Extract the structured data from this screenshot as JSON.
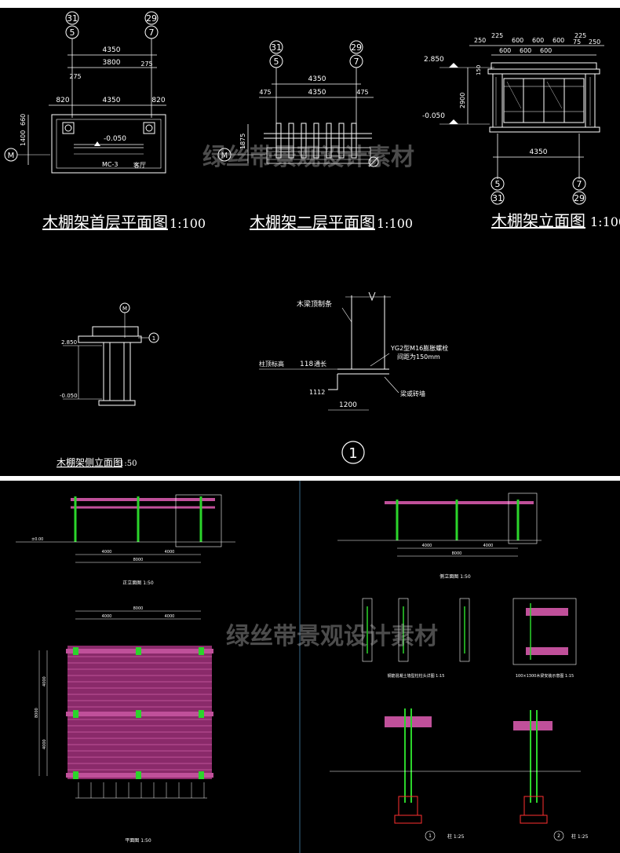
{
  "sheet_top": {
    "plan1": {
      "title": "木棚架首层平面图",
      "scale": "1:100",
      "axis_left_a": "31",
      "axis_left_b": "5",
      "axis_right_a": "29",
      "axis_right_b": "7",
      "dim_total": "4350",
      "dim_inner": "3800",
      "dim_l": "275",
      "dim_r": "275",
      "dim_side_l": "820",
      "dim_mid": "4350",
      "dim_side_r": "820",
      "dim_v1": "1400",
      "dim_v2": "660",
      "level": "-0.050",
      "door": "MC-3",
      "room": "客厅",
      "axis_m": "M"
    },
    "plan2": {
      "title": "木棚架二层平面图",
      "scale": "1:100",
      "axis_left_a": "31",
      "axis_left_b": "5",
      "axis_right_a": "29",
      "axis_right_b": "7",
      "dim_top": "4350",
      "dim_l": "475",
      "dim_mid": "4350",
      "dim_r": "475",
      "dim_v": "1875",
      "axis_m": "M"
    },
    "elevation": {
      "title": "木棚架立面图",
      "scale": "1:100",
      "dims_top": [
        "250",
        "225",
        "600",
        "600",
        "600",
        "225"
      ],
      "dims_top2": [
        "600",
        "600",
        "600",
        "75",
        "250"
      ],
      "level_top": "2.850",
      "level_bottom": "-0.050",
      "dim_v": "2900",
      "dim_v2": "150",
      "dim_bottom": "4350",
      "axis_left_a": "5",
      "axis_left_b": "31",
      "axis_right_a": "7",
      "axis_right_b": "29"
    },
    "side": {
      "title": "木棚架侧立面图",
      "scale": "1:50",
      "level_top": "2.850",
      "level_bottom": "-0.050",
      "axis_m": "M",
      "detail_ref": "1"
    },
    "detail": {
      "label_top": "木梁顶制条",
      "label_bolt": "YG2型M16膨胀螺栓",
      "label_spacing": "间距为150mm",
      "label_left": "柱顶标高",
      "dim_118": "118",
      "label_long": "通长",
      "label_wall": "梁或砖墙",
      "dim_1112": "1112",
      "dim_1200": "1200",
      "number": "1"
    }
  },
  "sheet_bottom": {
    "front": {
      "caption": "正立面图 1:50",
      "dims": [
        "4000",
        "4000",
        "8000"
      ],
      "level": "±0.00"
    },
    "side": {
      "caption": "侧立面图 1:50",
      "dims": [
        "4000",
        "4000",
        "8000"
      ]
    },
    "plan": {
      "caption": "平面图 1:50",
      "dims_top": [
        "4000",
        "4000"
      ],
      "dim_total": "8000",
      "dims_left": [
        "4000",
        "4000",
        "8000"
      ]
    },
    "details": {
      "caption1": "钢筋混凝土墙型柱柱头详图 1:15",
      "caption2": "100×1300木梁安装示意图 1:15",
      "caption3": "柱 1:25",
      "caption4": "柱 1:25",
      "num3": "1",
      "num4": "2"
    }
  },
  "watermark": "绿丝带景观设计素材",
  "colors": {
    "background": "#000000",
    "lines": "#ffffff",
    "beam": "#c0509a",
    "post_green": "#2bd52b",
    "accent_yellow": "#e0d000",
    "accent_red": "#ff3030"
  }
}
